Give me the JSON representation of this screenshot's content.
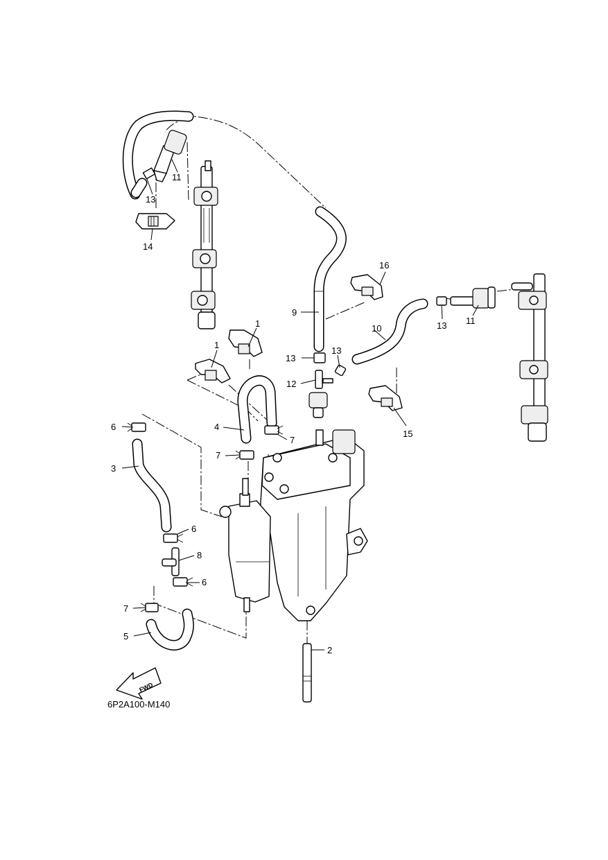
{
  "diagram": {
    "code": "6P2A100-M140",
    "fwd_label": "FWD",
    "callouts": [
      {
        "id": "c1a",
        "label": "1"
      },
      {
        "id": "c1b",
        "label": "1"
      },
      {
        "id": "c2",
        "label": "2"
      },
      {
        "id": "c3",
        "label": "3"
      },
      {
        "id": "c4",
        "label": "4"
      },
      {
        "id": "c5",
        "label": "5"
      },
      {
        "id": "c6a",
        "label": "6"
      },
      {
        "id": "c6b",
        "label": "6"
      },
      {
        "id": "c6c",
        "label": "6"
      },
      {
        "id": "c7a",
        "label": "7"
      },
      {
        "id": "c7b",
        "label": "7"
      },
      {
        "id": "c7c",
        "label": "7"
      },
      {
        "id": "c8",
        "label": "8"
      },
      {
        "id": "c9",
        "label": "9"
      },
      {
        "id": "c10",
        "label": "10"
      },
      {
        "id": "c11a",
        "label": "11"
      },
      {
        "id": "c11b",
        "label": "11"
      },
      {
        "id": "c12",
        "label": "12"
      },
      {
        "id": "c13a",
        "label": "13"
      },
      {
        "id": "c13b",
        "label": "13"
      },
      {
        "id": "c13c",
        "label": "13"
      },
      {
        "id": "c13d",
        "label": "13"
      },
      {
        "id": "c14",
        "label": "14"
      },
      {
        "id": "c15",
        "label": "15"
      },
      {
        "id": "c16",
        "label": "16"
      }
    ]
  }
}
